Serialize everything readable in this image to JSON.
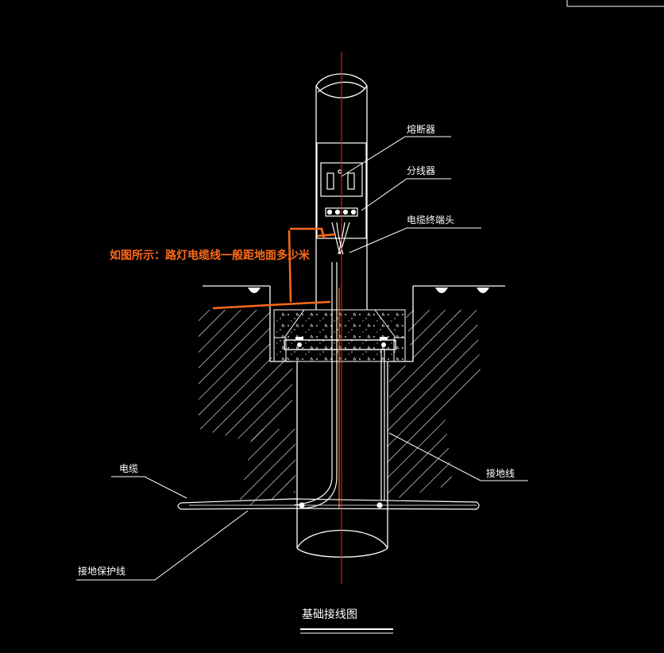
{
  "drawing": {
    "title": "基础接线图",
    "annotation": "如图所示：路灯电缆线一般距地面多少米",
    "labels": {
      "fuse": "熔断器",
      "splitter": "分线器",
      "cable_terminal": "电缆终端头",
      "cable": "电缆",
      "ground_wire": "接地线",
      "ground_protect": "接地保护线"
    },
    "colors": {
      "background": "#000000",
      "line": "#ffffff",
      "axis": "#ff2020",
      "annotation": "#ff6a1a"
    }
  }
}
